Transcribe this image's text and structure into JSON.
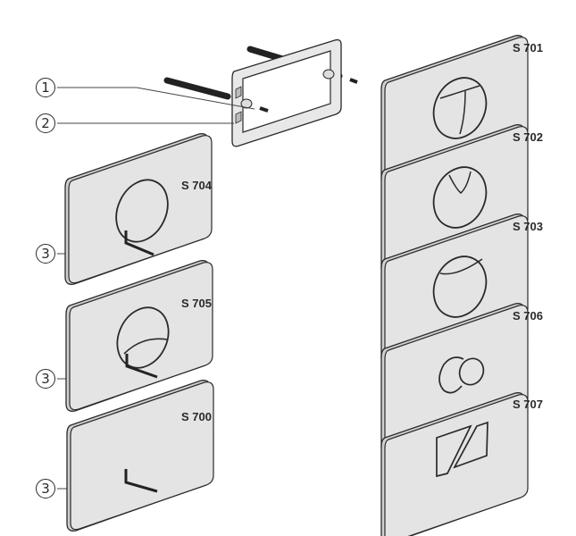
{
  "diagram": {
    "callouts": [
      "1",
      "2",
      "3",
      "3",
      "3"
    ],
    "plates": [
      {
        "model": "S 701",
        "button": "circle-split-t"
      },
      {
        "model": "S 702",
        "button": "circle-split-v"
      },
      {
        "model": "S 703",
        "button": "circle-split-arc"
      },
      {
        "model": "S 706",
        "button": "double-circle"
      },
      {
        "model": "S 707",
        "button": "split-parallelogram"
      },
      {
        "model": "S 704",
        "button": "single-circle"
      },
      {
        "model": "S 705",
        "button": "circle-split-arc-low"
      },
      {
        "model": "S 700",
        "button": "none"
      }
    ],
    "colors": {
      "plate_face": "#e4e4e4",
      "plate_edge": "#cfcfcf",
      "outline": "#2a2a2a"
    }
  }
}
